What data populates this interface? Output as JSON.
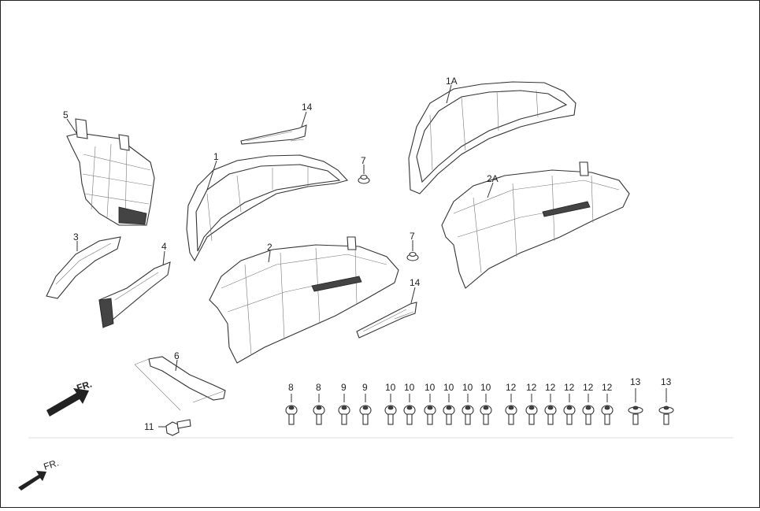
{
  "diagram": {
    "labels": [
      "5",
      "1",
      "14",
      "1A",
      "7",
      "2A",
      "3",
      "4",
      "2",
      "7",
      "14",
      "6",
      "11"
    ],
    "fastener_labels": [
      "8",
      "8",
      "9",
      "9",
      "10",
      "10",
      "10",
      "10",
      "10",
      "10",
      "12",
      "12",
      "12",
      "12",
      "12",
      "12",
      "13",
      "13"
    ],
    "front_arrow": "FR.",
    "front_arrow_small": "FR."
  }
}
